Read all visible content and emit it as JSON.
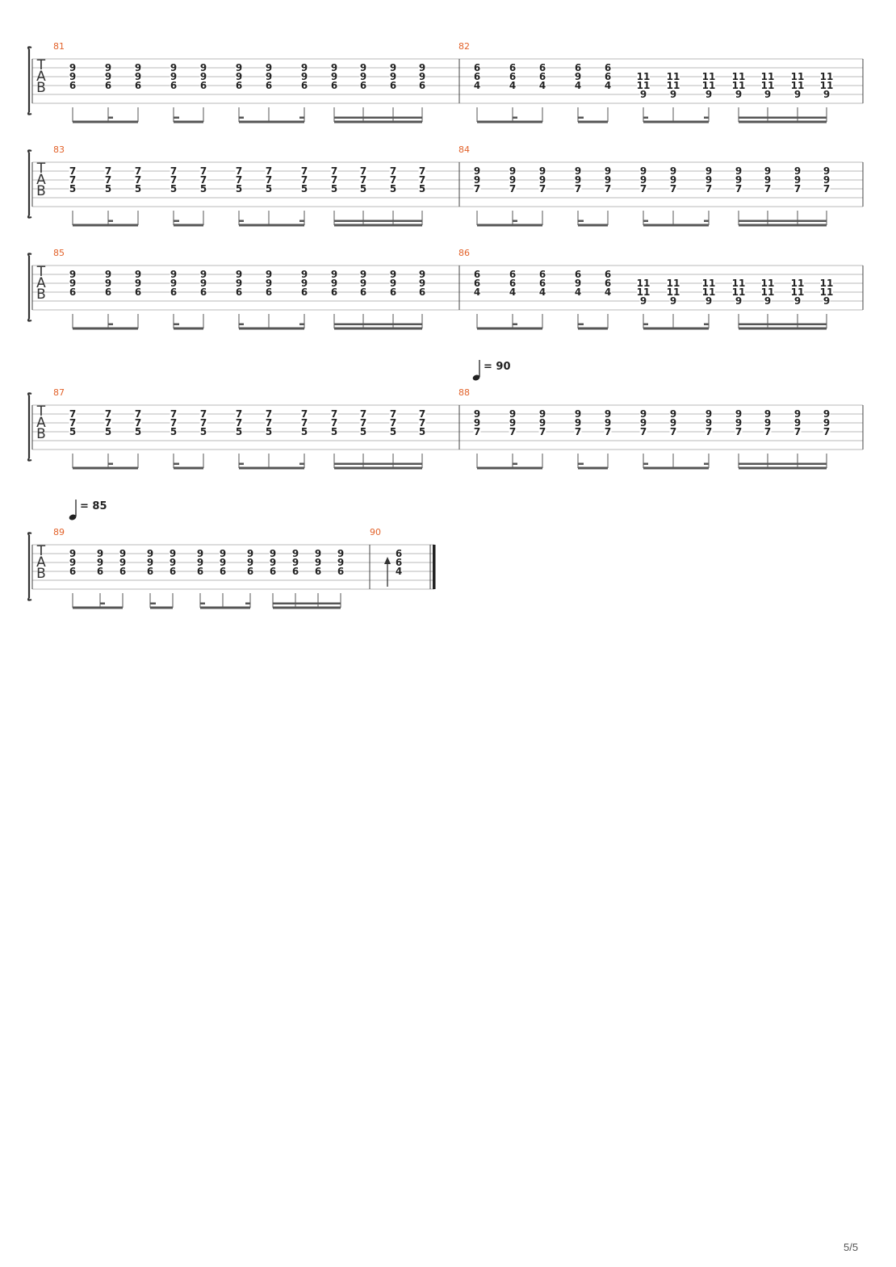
{
  "page": {
    "page_number": "5/5"
  },
  "colors": {
    "staff_line": "#b8b8b8",
    "note": "#222222",
    "measure_number": "#e2622a",
    "beam": "#555555"
  },
  "clef_letters": [
    "T",
    "A",
    "B"
  ],
  "tempo_markings": [
    {
      "before_measure": "88",
      "symbol": "quarter-note",
      "label": "= 90"
    },
    {
      "before_measure": "89",
      "symbol": "quarter-note",
      "label": "= 85"
    }
  ],
  "systems": [
    {
      "measures": [
        {
          "number": "81",
          "chords": [
            [
              "9",
              "9",
              "6"
            ],
            [
              "9",
              "9",
              "6"
            ],
            [
              "9",
              "9",
              "6"
            ],
            [
              "9",
              "9",
              "6"
            ],
            [
              "9",
              "9",
              "6"
            ],
            [
              "9",
              "9",
              "6"
            ],
            [
              "9",
              "9",
              "6"
            ],
            [
              "9",
              "9",
              "6"
            ],
            [
              "9",
              "9",
              "6"
            ],
            [
              "9",
              "9",
              "6"
            ],
            [
              "9",
              "9",
              "6"
            ],
            [
              "9",
              "9",
              "6"
            ]
          ]
        },
        {
          "number": "82",
          "chords": [
            [
              "6",
              "6",
              "4"
            ],
            [
              "6",
              "6",
              "4"
            ],
            [
              "6",
              "6",
              "4"
            ],
            [
              "6",
              "9",
              "4"
            ],
            [
              "6",
              "6",
              "4"
            ],
            [
              "11",
              "11",
              "9"
            ],
            [
              "11",
              "11",
              "9"
            ],
            [
              "11",
              "11",
              "9"
            ],
            [
              "11",
              "11",
              "9"
            ],
            [
              "11",
              "11",
              "9"
            ],
            [
              "11",
              "11",
              "9"
            ],
            [
              "11",
              "11",
              "9"
            ]
          ]
        }
      ]
    },
    {
      "measures": [
        {
          "number": "83",
          "chords": [
            [
              "7",
              "7",
              "5"
            ],
            [
              "7",
              "7",
              "5"
            ],
            [
              "7",
              "7",
              "5"
            ],
            [
              "7",
              "7",
              "5"
            ],
            [
              "7",
              "7",
              "5"
            ],
            [
              "7",
              "7",
              "5"
            ],
            [
              "7",
              "7",
              "5"
            ],
            [
              "7",
              "7",
              "5"
            ],
            [
              "7",
              "7",
              "5"
            ],
            [
              "7",
              "7",
              "5"
            ],
            [
              "7",
              "7",
              "5"
            ],
            [
              "7",
              "7",
              "5"
            ]
          ]
        },
        {
          "number": "84",
          "chords": [
            [
              "9",
              "9",
              "7"
            ],
            [
              "9",
              "9",
              "7"
            ],
            [
              "9",
              "9",
              "7"
            ],
            [
              "9",
              "9",
              "7"
            ],
            [
              "9",
              "9",
              "7"
            ],
            [
              "9",
              "9",
              "7"
            ],
            [
              "9",
              "9",
              "7"
            ],
            [
              "9",
              "9",
              "7"
            ],
            [
              "9",
              "9",
              "7"
            ],
            [
              "9",
              "9",
              "7"
            ],
            [
              "9",
              "9",
              "7"
            ],
            [
              "9",
              "9",
              "7"
            ]
          ]
        }
      ]
    },
    {
      "measures": [
        {
          "number": "85",
          "chords": [
            [
              "9",
              "9",
              "6"
            ],
            [
              "9",
              "9",
              "6"
            ],
            [
              "9",
              "9",
              "6"
            ],
            [
              "9",
              "9",
              "6"
            ],
            [
              "9",
              "9",
              "6"
            ],
            [
              "9",
              "9",
              "6"
            ],
            [
              "9",
              "9",
              "6"
            ],
            [
              "9",
              "9",
              "6"
            ],
            [
              "9",
              "9",
              "6"
            ],
            [
              "9",
              "9",
              "6"
            ],
            [
              "9",
              "9",
              "6"
            ],
            [
              "9",
              "9",
              "6"
            ]
          ]
        },
        {
          "number": "86",
          "chords": [
            [
              "6",
              "6",
              "4"
            ],
            [
              "6",
              "6",
              "4"
            ],
            [
              "6",
              "6",
              "4"
            ],
            [
              "6",
              "9",
              "4"
            ],
            [
              "6",
              "6",
              "4"
            ],
            [
              "11",
              "11",
              "9"
            ],
            [
              "11",
              "11",
              "9"
            ],
            [
              "11",
              "11",
              "9"
            ],
            [
              "11",
              "11",
              "9"
            ],
            [
              "11",
              "11",
              "9"
            ],
            [
              "11",
              "11",
              "9"
            ],
            [
              "11",
              "11",
              "9"
            ]
          ]
        }
      ]
    },
    {
      "measures": [
        {
          "number": "87",
          "chords": [
            [
              "7",
              "7",
              "5"
            ],
            [
              "7",
              "7",
              "5"
            ],
            [
              "7",
              "7",
              "5"
            ],
            [
              "7",
              "7",
              "5"
            ],
            [
              "7",
              "7",
              "5"
            ],
            [
              "7",
              "7",
              "5"
            ],
            [
              "7",
              "7",
              "5"
            ],
            [
              "7",
              "7",
              "5"
            ],
            [
              "7",
              "7",
              "5"
            ],
            [
              "7",
              "7",
              "5"
            ],
            [
              "7",
              "7",
              "5"
            ],
            [
              "7",
              "7",
              "5"
            ]
          ]
        },
        {
          "number": "88",
          "chords": [
            [
              "9",
              "9",
              "7"
            ],
            [
              "9",
              "9",
              "7"
            ],
            [
              "9",
              "9",
              "7"
            ],
            [
              "9",
              "9",
              "7"
            ],
            [
              "9",
              "9",
              "7"
            ],
            [
              "9",
              "9",
              "7"
            ],
            [
              "9",
              "9",
              "7"
            ],
            [
              "9",
              "9",
              "7"
            ],
            [
              "9",
              "9",
              "7"
            ],
            [
              "9",
              "9",
              "7"
            ],
            [
              "9",
              "9",
              "7"
            ],
            [
              "9",
              "9",
              "7"
            ]
          ]
        }
      ]
    },
    {
      "measures": [
        {
          "number": "89",
          "chords": [
            [
              "9",
              "9",
              "6"
            ],
            [
              "9",
              "9",
              "6"
            ],
            [
              "9",
              "9",
              "6"
            ],
            [
              "9",
              "9",
              "6"
            ],
            [
              "9",
              "9",
              "6"
            ],
            [
              "9",
              "9",
              "6"
            ],
            [
              "9",
              "9",
              "6"
            ],
            [
              "9",
              "9",
              "6"
            ],
            [
              "9",
              "9",
              "6"
            ],
            [
              "9",
              "9",
              "6"
            ],
            [
              "9",
              "9",
              "6"
            ],
            [
              "9",
              "9",
              "6"
            ]
          ]
        },
        {
          "number": "90",
          "chords": [
            [
              "6",
              "6",
              "4"
            ]
          ],
          "strum": "up-arrow",
          "final_barline": true
        }
      ]
    }
  ]
}
